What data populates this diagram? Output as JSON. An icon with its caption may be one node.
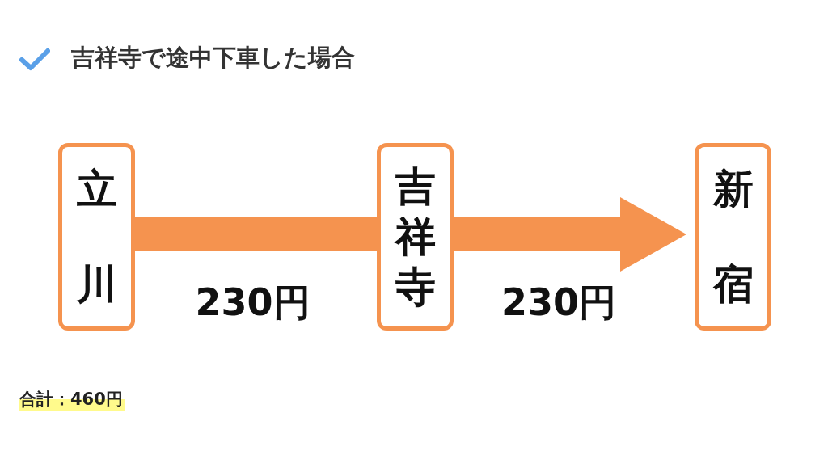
{
  "diagram": {
    "title": "吉祥寺で途中下車した場合",
    "nodes": [
      {
        "text": [
          "立川"
        ]
      },
      {
        "text": [
          "吉祥寺"
        ]
      },
      {
        "text": [
          "新宿"
        ]
      }
    ],
    "edges": [
      {
        "from": 0,
        "to": 1,
        "arrow": "none",
        "label": "230円"
      },
      {
        "from": 1,
        "to": 2,
        "arrow": "to",
        "label": "230円"
      }
    ],
    "labels": [
      "合計：460円"
    ]
  }
}
